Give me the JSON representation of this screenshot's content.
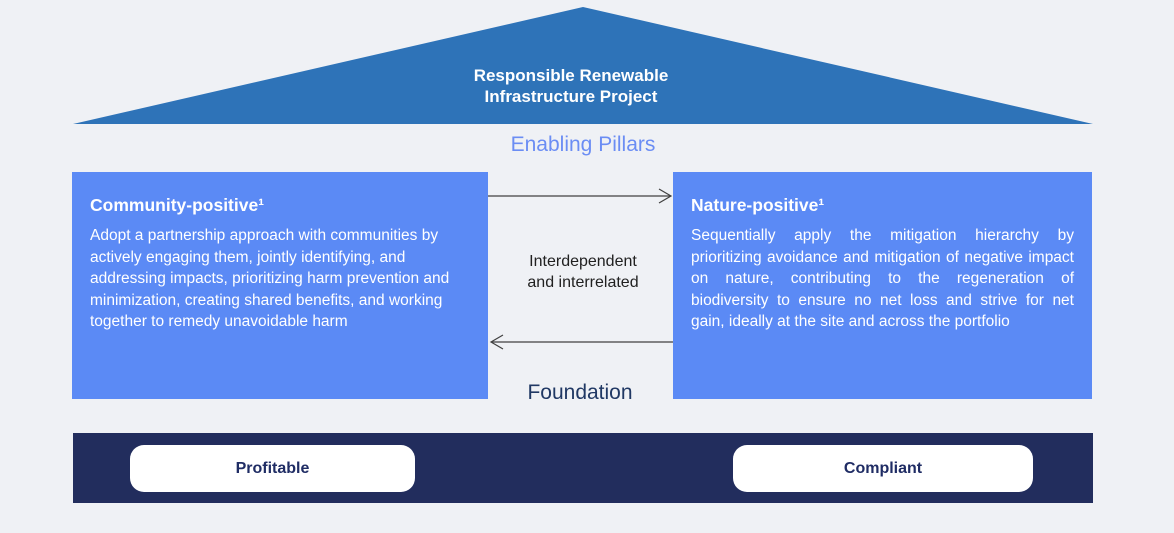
{
  "colors": {
    "background": "#EFF1F5",
    "roof_blue": "#2E73B8",
    "pillar_blue": "#5B8AF5",
    "enabling_pillars_text": "#6B8DF4",
    "foundation_text": "#203864",
    "bar_navy": "#222D5D",
    "pill_text": "#1F2C64",
    "arrow_color": "#404040",
    "interdependent_text": "#212121"
  },
  "roof": {
    "title_line1": "Responsible Renewable",
    "title_line2": "Infrastructure Project"
  },
  "sections": {
    "enabling_pillars_label": "Enabling Pillars",
    "foundation_label": "Foundation"
  },
  "pillars": [
    {
      "title": "Community-positive¹",
      "body": "Adopt a partnership approach with communities by actively engaging them, jointly identifying, and addressing impacts, prioritizing harm prevention and minimization, creating shared benefits, and working together to remedy unavoidable harm"
    },
    {
      "title": "Nature-positive¹",
      "body": "Sequentially apply the mitigation hierarchy by prioritizing avoidance and mitigation of negative impact on nature, contributing to the regeneration of biodiversity to ensure no net loss and strive for net gain, ideally at the site and across the portfolio"
    }
  ],
  "connector": {
    "label_line1": "Interdependent",
    "label_line2": "and interrelated"
  },
  "foundation": {
    "pills": [
      {
        "label": "Profitable"
      },
      {
        "label": "Compliant"
      }
    ]
  }
}
